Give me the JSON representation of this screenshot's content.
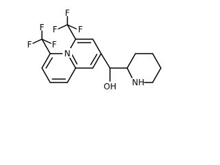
{
  "molecule": {
    "atoms": {
      "fluorines": [
        "F",
        "F",
        "F",
        "F",
        "F",
        "F"
      ],
      "quinoline_nitrogen": "N",
      "hydroxyl": "OH",
      "piperidine_nh": "NH"
    }
  }
}
